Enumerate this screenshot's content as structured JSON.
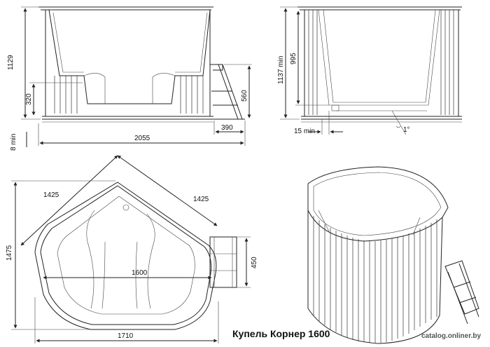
{
  "front_view": {
    "height_total": "1129",
    "seat_height": "320",
    "step_height": "560",
    "step_depth": "390",
    "leg_gap": "8 min",
    "width_total": "2055"
  },
  "side_view": {
    "height_min": "1137 min",
    "inner_depth": "995",
    "offset_min": "15 min",
    "slope": "1°"
  },
  "plan_view": {
    "side_left": "1425",
    "side_right": "1425",
    "depth": "1475",
    "inner_width": "1600",
    "overall_width": "1710",
    "step_width": "450"
  },
  "caption": "Купель Корнер 1600",
  "watermark": "catalog.onliner.by"
}
